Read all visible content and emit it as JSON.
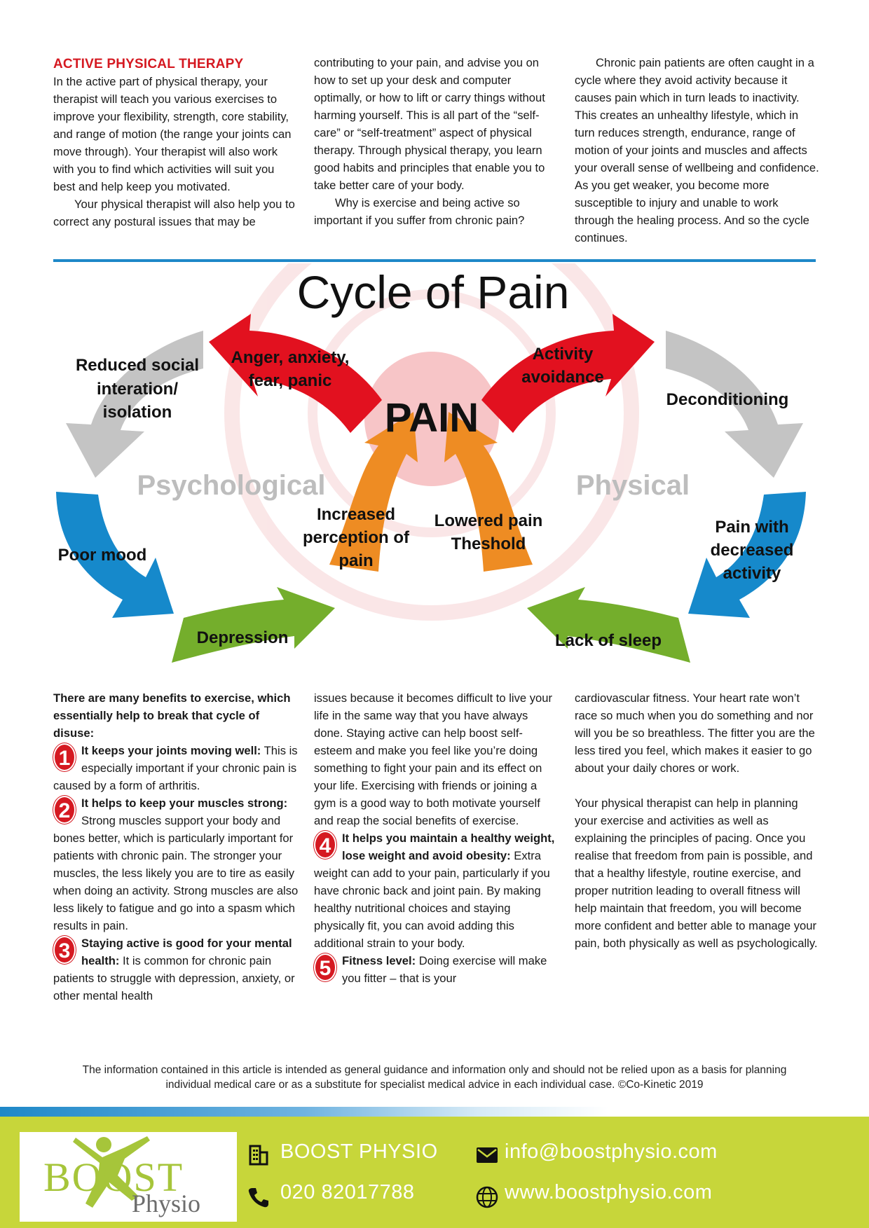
{
  "top": {
    "heading": "ACTIVE PHYSICAL THERAPY",
    "col1_p1": "In the active part of physical therapy, your therapist will teach you various exercises to improve your flexibility, strength, core stability, and range of motion (the range your joints can move through). Your therapist will also work with you to find which activities will suit you best and help keep you motivated.",
    "col1_p2": "Your physical therapist will also help you to correct any postural issues that may be",
    "col2_p1": "contributing to your pain, and advise you on how to set up your desk and computer optimally, or how to lift or carry things without harming yourself.  This is all part of the “self-care” or “self-treatment” aspect of physical therapy. Through physical therapy, you learn good habits and principles that enable you to take better care of your body.",
    "col2_p2": "Why is exercise and being active so important if you suffer from chronic pain?",
    "col3_p1": "Chronic pain patients are often caught in a cycle where they avoid activity because it causes pain which in turn leads to inactivity. This creates an unhealthy lifestyle, which in turn reduces strength, endurance, range of motion of your joints and muscles and affects your overall sense of wellbeing and confidence. As you get weaker, you become more susceptible to injury and unable to work through the healing process. And so the cycle continues."
  },
  "diagram": {
    "title": "Cycle of Pain",
    "center": "PAIN",
    "psychological": "Psychological",
    "physical": "Physical",
    "anger_l1": "Anger, anxiety,",
    "anger_l2": "fear, panic",
    "avoid_l1": "Activity",
    "avoid_l2": "avoidance",
    "social_l1": "Reduced social",
    "social_l2": "interation/",
    "social_l3": "isolation",
    "decond": "Deconditioning",
    "poor_mood": "Poor mood",
    "pwd_l1": "Pain with",
    "pwd_l2": "decreased",
    "pwd_l3": "activity",
    "depression": "Depression",
    "sleep": "Lack of sleep",
    "ipp_l1": "Increased",
    "ipp_l2": "perception of",
    "ipp_l3": "pain",
    "lpt_l1": "Lowered pain",
    "lpt_l2": "Theshold",
    "colors": {
      "red": "#e2111f",
      "orange": "#ee8c23",
      "grey": "#c4c4c4",
      "blue": "#1689cb",
      "green": "#74ae2c",
      "pink": "#f7c5c7"
    }
  },
  "bottom": {
    "intro": "There are many benefits to exercise, which essentially help to break that cycle of disuse:",
    "b1_num": "1",
    "b1_lead": "It keeps your joints moving well:",
    "b1_text": " This is especially important if your chronic pain is caused by a form of arthritis.",
    "b2_num": "2",
    "b2_lead": "It helps to keep your muscles strong:",
    "b2_text": " Strong muscles support your body and bones better, which is particularly important for patients with chronic pain. The stronger your muscles, the less likely you are to tire as easily when doing an activity. Strong muscles are also less likely to fatigue and go into a spasm which results in pain.",
    "b3_num": "3",
    "b3_lead": "Staying active is good for your mental health:",
    "b3_text": " It is common for chronic pain patients to struggle with depression, anxiety, or other mental health",
    "col2_cont": "issues because it becomes difficult to live your life in the same way that you have always done. Staying active can help boost self-esteem and make you feel like you’re doing something to fight your pain and its effect on your life. Exercising with friends or joining a gym is a good way to both motivate yourself and reap the social benefits of exercise.",
    "b4_num": "4",
    "b4_lead": "It helps you maintain a healthy weight, lose weight and avoid obesity:",
    "b4_text": " Extra weight can add to your pain, particularly if you have chronic back and joint pain. By making healthy nutritional choices and staying physically fit, you can avoid adding this additional strain to your body.",
    "b5_num": "5",
    "b5_lead": "Fitness level:",
    "b5_text": " Doing exercise will make you fitter – that is your",
    "col3_p1": "cardiovascular fitness. Your heart rate won’t race so much when you do something and nor will you be so breathless. The fitter you are the less tired you feel, which makes it easier to go about your daily chores or work.",
    "col3_p2": "Your physical therapist can help in planning your exercise and activities as well as explaining the principles of pacing. Once you realise that freedom from pain is possible, and that a healthy lifestyle, routine exercise, and proper nutrition leading to overall fitness will help maintain that freedom, you will become more confident and better able to manage your pain, both physically as well as psychologically."
  },
  "disclaimer": "The information contained in this article is intended as general guidance and information only and should not be relied upon as a basis for planning individual medical care or as a substitute for specialist medical advice in each individual case. ©Co-Kinetic 2019",
  "footer": {
    "logo_boost": "BOOST",
    "logo_physio": "Physio",
    "company": "BOOST PHYSIO",
    "phone": "020 82017788",
    "email": "info@boostphysio.com",
    "website": "www.boostphysio.com",
    "icons": [
      "building-icon",
      "phone-icon",
      "envelope-icon",
      "globe-icon"
    ]
  }
}
